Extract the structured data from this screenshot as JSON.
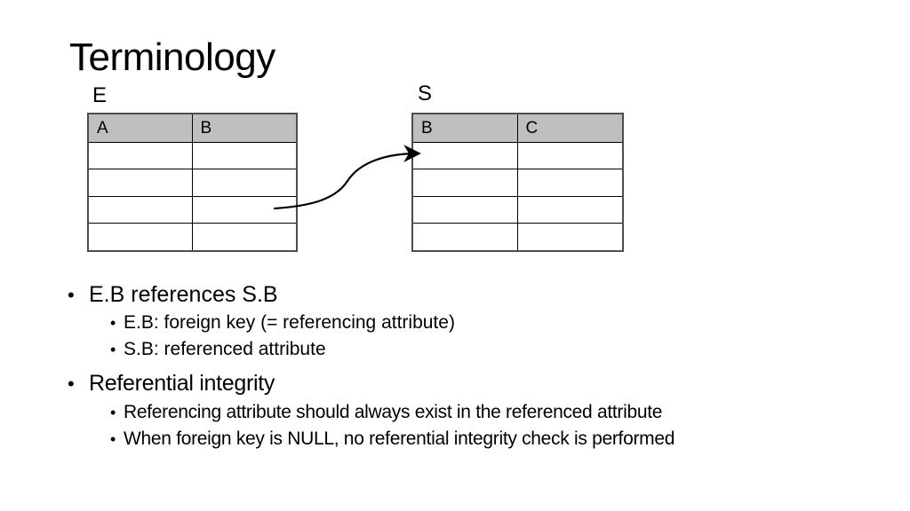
{
  "slide": {
    "title": "Terminology",
    "diagram": {
      "table_e": {
        "label": "E",
        "columns": [
          "A",
          "B"
        ],
        "row_count": 4
      },
      "table_s": {
        "label": "S",
        "columns": [
          "B",
          "C"
        ],
        "row_count": 4
      },
      "arrow": {
        "from": "E.B",
        "to": "S.B"
      }
    },
    "bullets": [
      {
        "level": 1,
        "text": "E.B references S.B"
      },
      {
        "level": 2,
        "text": "E.B: foreign key (= referencing attribute)"
      },
      {
        "level": 2,
        "text": "S.B: referenced attribute"
      },
      {
        "level": 1,
        "text": "Referential integrity"
      },
      {
        "level": 2,
        "text": "Referencing attribute should always exist in the referenced attribute"
      },
      {
        "level": 2,
        "text": "When foreign key is NULL, no referential integrity check is performed"
      }
    ],
    "bullet_glyph": "•",
    "colors": {
      "header_fill": "#bfbfbf",
      "table_border": "#4d4d4d",
      "grid_line": "#000000",
      "arrow": "#000000",
      "text": "#000000",
      "background": "#ffffff"
    }
  }
}
